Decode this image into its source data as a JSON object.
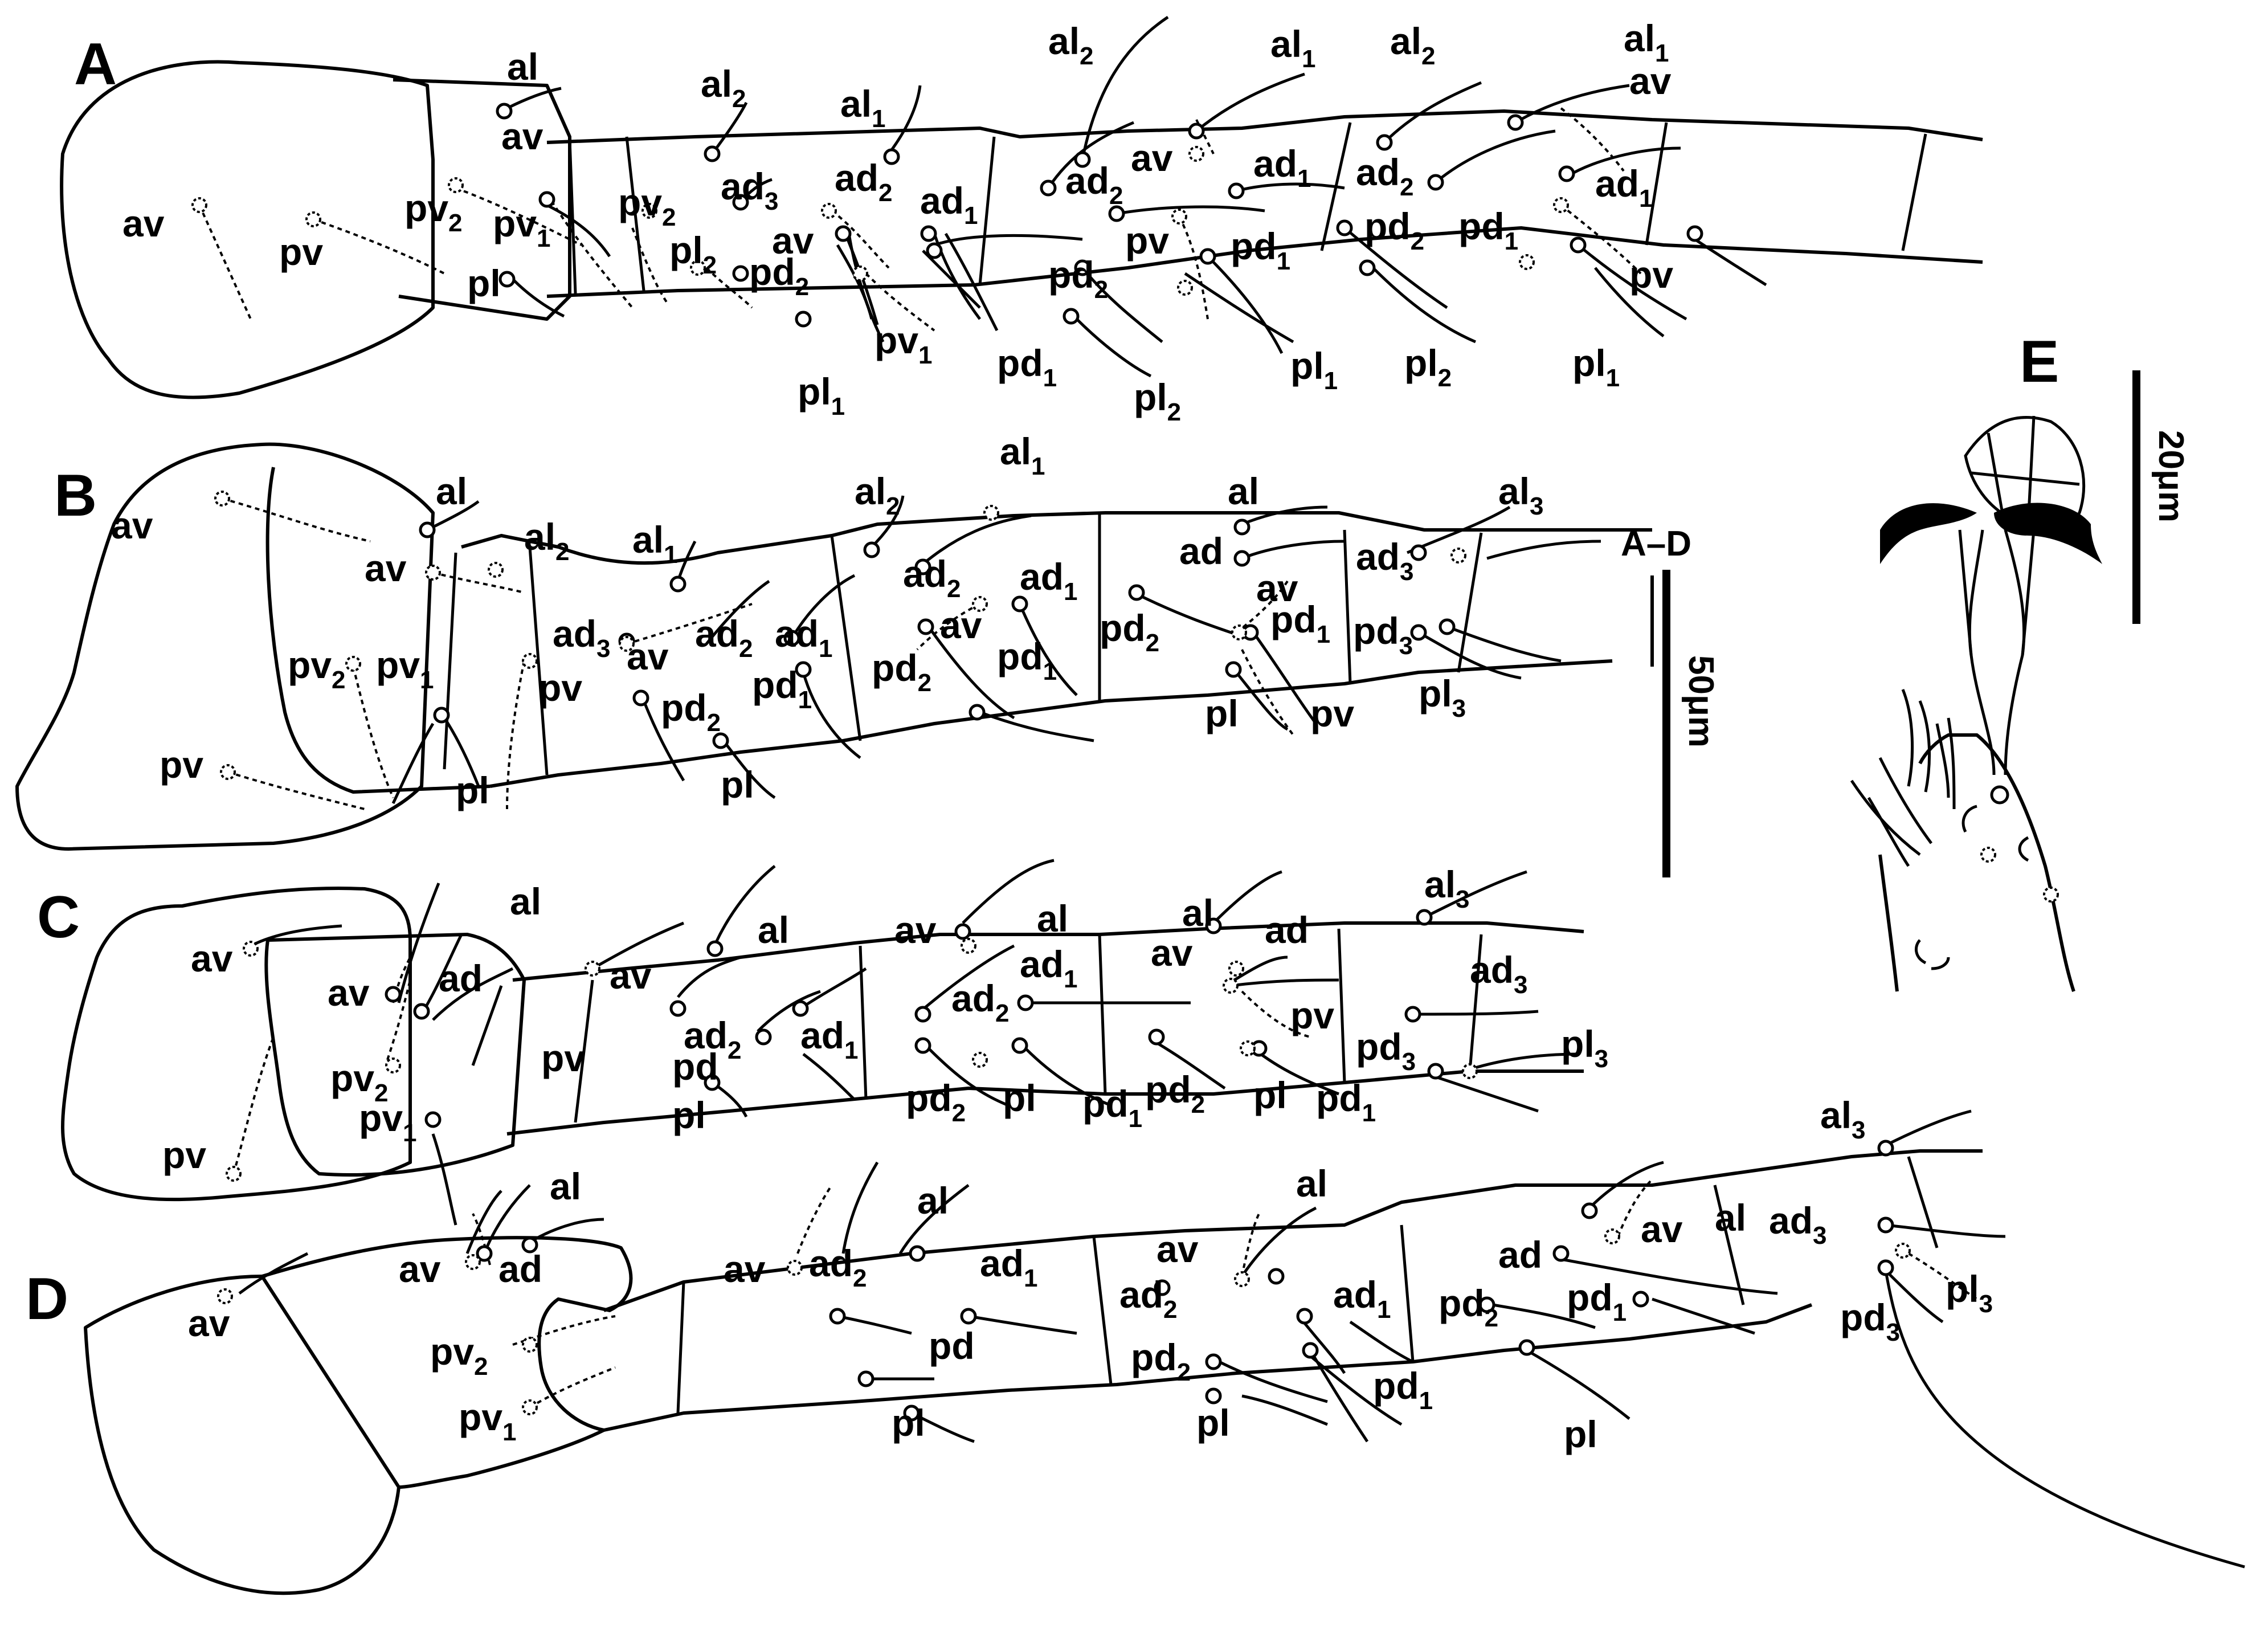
{
  "panels": {
    "A": "A",
    "B": "B",
    "C": "C",
    "D": "D",
    "E": "E"
  },
  "scale_bars": {
    "legs": {
      "group": "A–D",
      "length": "50μm"
    },
    "tarsus": {
      "length": "20μm"
    }
  },
  "labels": {
    "A": [
      [
        "al",
        ""
      ],
      [
        "av",
        ""
      ],
      [
        "pv",
        "2"
      ],
      [
        "pv",
        "1"
      ],
      [
        "pl",
        ""
      ],
      [
        "av",
        ""
      ],
      [
        "pv",
        ""
      ],
      [
        "al",
        "2"
      ],
      [
        "ad",
        "3"
      ],
      [
        "pv",
        "2"
      ],
      [
        "pl",
        "2"
      ],
      [
        "pd",
        "2"
      ],
      [
        "pl",
        "1"
      ],
      [
        "al",
        "1"
      ],
      [
        "ad",
        "2"
      ],
      [
        "ad",
        "1"
      ],
      [
        "av",
        ""
      ],
      [
        "pv",
        "1"
      ],
      [
        "pd",
        "1"
      ],
      [
        "al",
        "2"
      ],
      [
        "ad",
        "2"
      ],
      [
        "pv",
        ""
      ],
      [
        "pd",
        "2"
      ],
      [
        "pl",
        "2"
      ],
      [
        "al",
        "1"
      ],
      [
        "av",
        ""
      ],
      [
        "ad",
        "1"
      ],
      [
        "pd",
        "1"
      ],
      [
        "pl",
        "1"
      ],
      [
        "al",
        "2"
      ],
      [
        "ad",
        "2"
      ],
      [
        "pd",
        "2"
      ],
      [
        "pl",
        "2"
      ],
      [
        "al",
        "1"
      ],
      [
        "av",
        ""
      ],
      [
        "ad",
        "1"
      ],
      [
        "pd",
        "1"
      ],
      [
        "pv",
        ""
      ],
      [
        "pl",
        "1"
      ]
    ],
    "B": [
      [
        "av",
        ""
      ],
      [
        "pv",
        "2"
      ],
      [
        "pv",
        ""
      ],
      [
        "al",
        ""
      ],
      [
        "av",
        ""
      ],
      [
        "pv",
        "1"
      ],
      [
        "pl",
        ""
      ],
      [
        "al",
        "2"
      ],
      [
        "ad",
        "3"
      ],
      [
        "av",
        ""
      ],
      [
        "pv",
        ""
      ],
      [
        "pd",
        "2"
      ],
      [
        "al",
        "1"
      ],
      [
        "ad",
        "2"
      ],
      [
        "ad",
        "1"
      ],
      [
        "pd",
        "1"
      ],
      [
        "pl",
        ""
      ],
      [
        "al",
        "2"
      ],
      [
        "ad",
        "2"
      ],
      [
        "av",
        ""
      ],
      [
        "pd",
        "2"
      ],
      [
        "al",
        "1"
      ],
      [
        "ad",
        "1"
      ],
      [
        "pd",
        "1"
      ],
      [
        "al",
        ""
      ],
      [
        "ad",
        ""
      ],
      [
        "av",
        ""
      ],
      [
        "pd",
        "2"
      ],
      [
        "pd",
        "1"
      ],
      [
        "pl",
        ""
      ],
      [
        "pv",
        ""
      ],
      [
        "al",
        "3"
      ],
      [
        "ad",
        "3"
      ],
      [
        "pd",
        "3"
      ],
      [
        "pl",
        "3"
      ]
    ],
    "C": [
      [
        "av",
        ""
      ],
      [
        "pv",
        ""
      ],
      [
        "av",
        ""
      ],
      [
        "ad",
        ""
      ],
      [
        "al",
        ""
      ],
      [
        "pv",
        "2"
      ],
      [
        "pv",
        "1"
      ],
      [
        "av",
        ""
      ],
      [
        "pv",
        ""
      ],
      [
        "ad",
        "2"
      ],
      [
        "pd",
        ""
      ],
      [
        "pl",
        ""
      ],
      [
        "al",
        ""
      ],
      [
        "ad",
        "1"
      ],
      [
        "av",
        ""
      ],
      [
        "al",
        ""
      ],
      [
        "ad",
        "2"
      ],
      [
        "ad",
        "1"
      ],
      [
        "pd",
        "2"
      ],
      [
        "pl",
        ""
      ],
      [
        "pd",
        "1"
      ],
      [
        "al",
        ""
      ],
      [
        "av",
        ""
      ],
      [
        "ad",
        ""
      ],
      [
        "pd",
        "2"
      ],
      [
        "pl",
        ""
      ],
      [
        "pv",
        ""
      ],
      [
        "pd",
        "1"
      ],
      [
        "al",
        "3"
      ],
      [
        "pd",
        "3"
      ],
      [
        "ad",
        "3"
      ],
      [
        "pl",
        "3"
      ]
    ],
    "D": [
      [
        "av",
        ""
      ],
      [
        "av",
        ""
      ],
      [
        "ad",
        ""
      ],
      [
        "al",
        ""
      ],
      [
        "pv",
        "2"
      ],
      [
        "pv",
        "1"
      ],
      [
        "av",
        ""
      ],
      [
        "al",
        ""
      ],
      [
        "ad",
        "2"
      ],
      [
        "ad",
        "1"
      ],
      [
        "pd",
        ""
      ],
      [
        "pl",
        ""
      ],
      [
        "av",
        ""
      ],
      [
        "al",
        ""
      ],
      [
        "ad",
        "2"
      ],
      [
        "ad",
        "1"
      ],
      [
        "pd",
        "2"
      ],
      [
        "pl",
        ""
      ],
      [
        "pd",
        "1"
      ],
      [
        "al",
        ""
      ],
      [
        "av",
        ""
      ],
      [
        "ad",
        ""
      ],
      [
        "pd",
        "2"
      ],
      [
        "pd",
        "1"
      ],
      [
        "pl",
        ""
      ],
      [
        "al",
        "3"
      ],
      [
        "ad",
        "3"
      ],
      [
        "pl",
        "3"
      ],
      [
        "pd",
        "3"
      ]
    ]
  }
}
